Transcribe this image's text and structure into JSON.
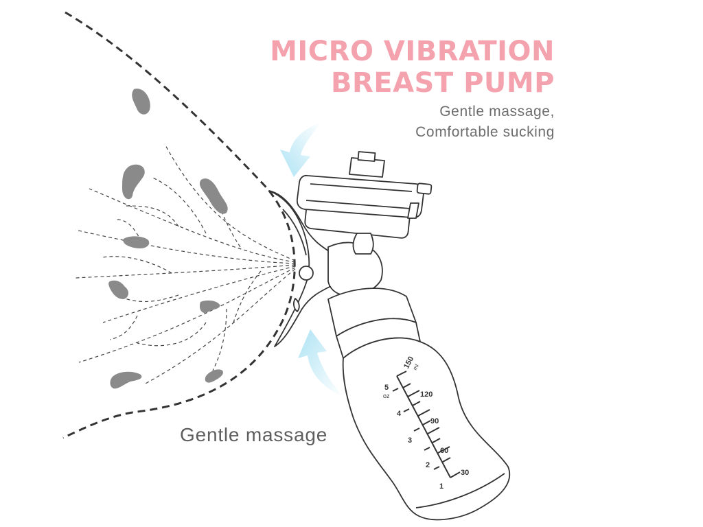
{
  "heading": {
    "line1": "MICRO VIBRATION",
    "line2": "BREAST PUMP"
  },
  "subheading": {
    "line1": "Gentle massage,",
    "line2": "Comfortable sucking"
  },
  "side_label": "Gentle massage",
  "bottle_scale": {
    "ml_unit": "ml",
    "oz_unit": "oz",
    "ml_marks": [
      "150",
      "120",
      "90",
      "60",
      "30"
    ],
    "oz_marks": [
      "5",
      "4",
      "3",
      "2",
      "1"
    ]
  },
  "colors": {
    "heading": "#f4a2ad",
    "arrow": "#bfe8f6",
    "line": "#333333",
    "gland": "#888888"
  }
}
